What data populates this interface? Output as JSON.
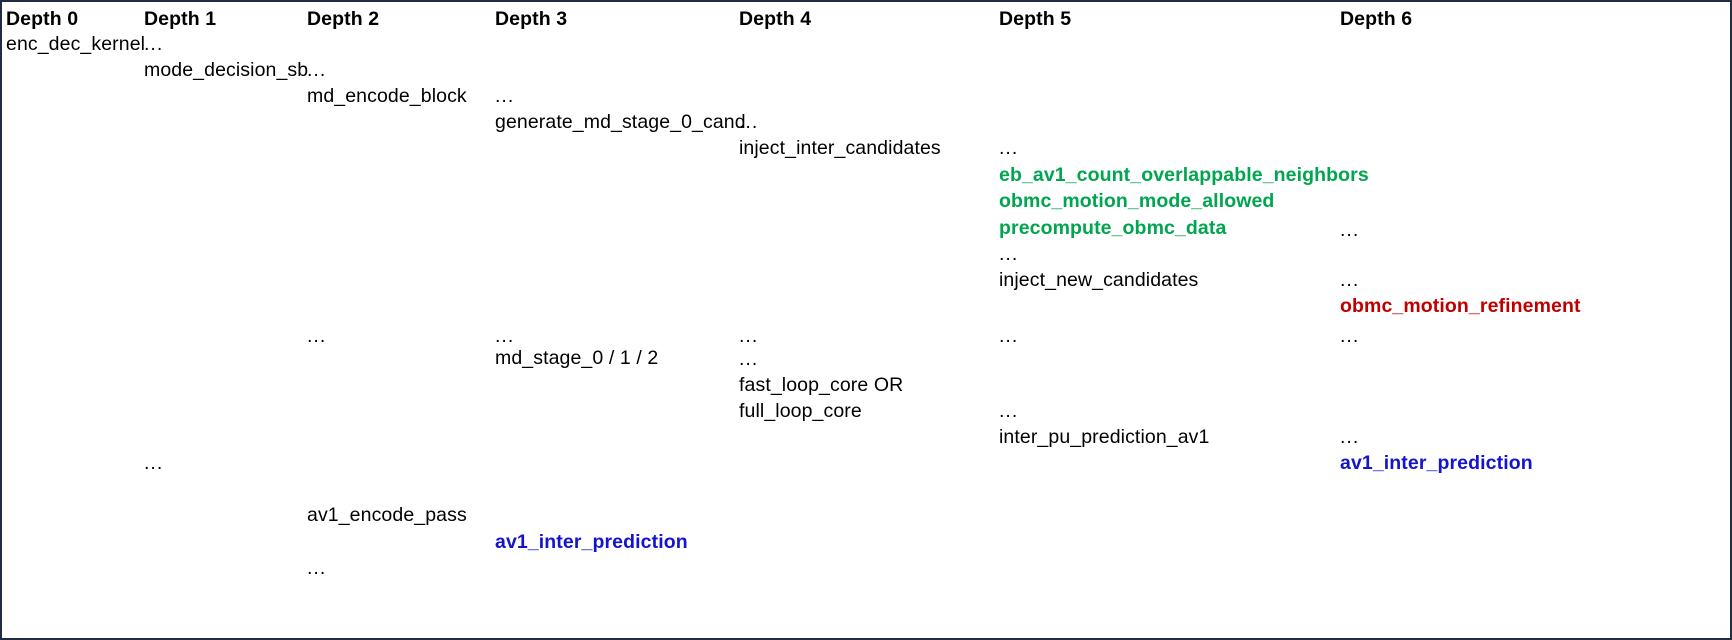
{
  "figure": {
    "kind": "call-depth-table",
    "border_color": "#1f2e45",
    "background": "#ffffff"
  },
  "colors": {
    "default_text": "#000000",
    "green_highlight": "#00a64f",
    "red_highlight": "#c00000",
    "blue_highlight": "#1414cf"
  },
  "headers": [
    {
      "label": "Depth 0"
    },
    {
      "label": "Depth 1"
    },
    {
      "label": "Depth 2"
    },
    {
      "label": "Depth 3"
    },
    {
      "label": "Depth 4"
    },
    {
      "label": "Depth 5"
    },
    {
      "label": "Depth 6"
    }
  ],
  "ellipsis": "...",
  "entries": {
    "d0_enc_dec_kernel": "enc_dec_kernel",
    "d1_ellipsis_1": "...",
    "d1_mode_decision_sb": "mode_decision_sb",
    "d1_ellipsis_2": "...",
    "d2_ellipsis_1": "...",
    "d2_md_encode_block": "md_encode_block",
    "d2_ellipsis_2": "...",
    "d2_av1_encode_pass": "av1_encode_pass",
    "d2_ellipsis_3": "...",
    "d3_ellipsis_1": "...",
    "d3_generate_md_stage_0_cand": "generate_md_stage_0_cand",
    "d3_ellipsis_2": "...",
    "d3_md_stage_0_1_2": "md_stage_0 / 1 / 2",
    "d3_av1_inter_prediction": "av1_inter_prediction",
    "d4_ellipsis_1": "...",
    "d4_inject_inter_candidates": "inject_inter_candidates",
    "d4_ellipsis_2": "...",
    "d4_ellipsis_3": "...",
    "d4_fast_loop_core_or": "fast_loop_core OR",
    "d4_full_loop_core": "full_loop_core",
    "d5_ellipsis_1": "...",
    "d5_eb_av1_count_overlappable_neighbors": "eb_av1_count_overlappable_neighbors",
    "d5_obmc_motion_mode_allowed": "obmc_motion_mode_allowed",
    "d5_precompute_obmc_data": "precompute_obmc_data",
    "d5_ellipsis_2": "...",
    "d5_inject_new_candidates": "inject_new_candidates",
    "d5_ellipsis_3": "...",
    "d5_ellipsis_4": "...",
    "d5_inter_pu_prediction_av1": "inter_pu_prediction_av1",
    "d6_ellipsis_1": "...",
    "d6_ellipsis_2": "...",
    "d6_obmc_motion_refinement": "obmc_motion_refinement",
    "d6_ellipsis_3": "...",
    "d6_ellipsis_4": "...",
    "d6_av1_inter_prediction": "av1_inter_prediction"
  }
}
